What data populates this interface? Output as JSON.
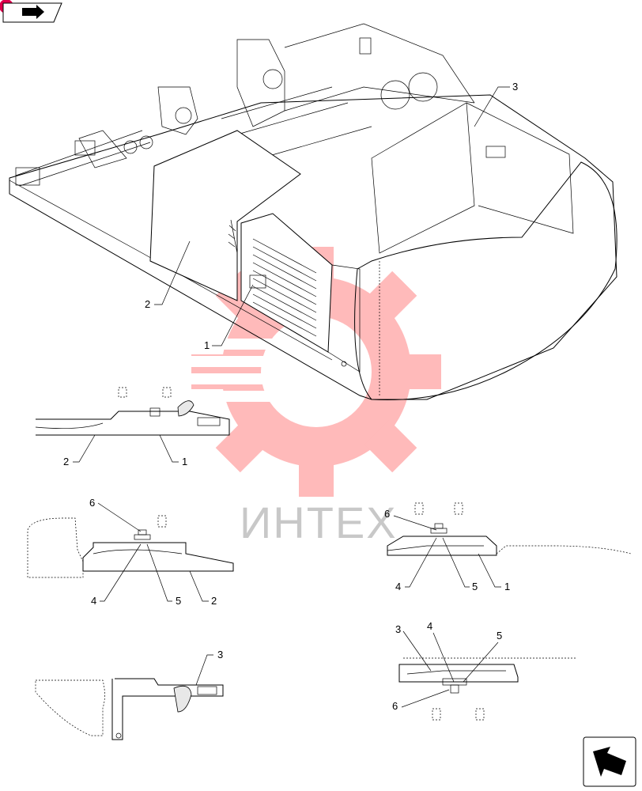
{
  "watermark": {
    "text": "ИНТЕХ",
    "color": "#ff3b3b"
  },
  "top_nav": {
    "icon": "navigate-forward-icon",
    "accent": "#e0004d"
  },
  "bottom_nav": {
    "icon": "navigate-return-icon"
  },
  "main_view": {
    "callouts": [
      {
        "id": "main-callout-3",
        "text": "3"
      },
      {
        "id": "main-callout-2",
        "text": "2"
      },
      {
        "id": "main-callout-1",
        "text": "1"
      }
    ]
  },
  "detail_a": {
    "callouts": [
      {
        "text": "2"
      },
      {
        "text": "1"
      }
    ]
  },
  "detail_b": {
    "callouts": [
      {
        "text": "6"
      },
      {
        "text": "4"
      },
      {
        "text": "5"
      },
      {
        "text": "2"
      }
    ]
  },
  "detail_c": {
    "callouts": [
      {
        "text": "6"
      },
      {
        "text": "4"
      },
      {
        "text": "5"
      },
      {
        "text": "1"
      }
    ]
  },
  "detail_d": {
    "callouts": [
      {
        "text": "3"
      }
    ]
  },
  "detail_e": {
    "callouts": [
      {
        "text": "3"
      },
      {
        "text": "4"
      },
      {
        "text": "5"
      },
      {
        "text": "6"
      }
    ]
  }
}
